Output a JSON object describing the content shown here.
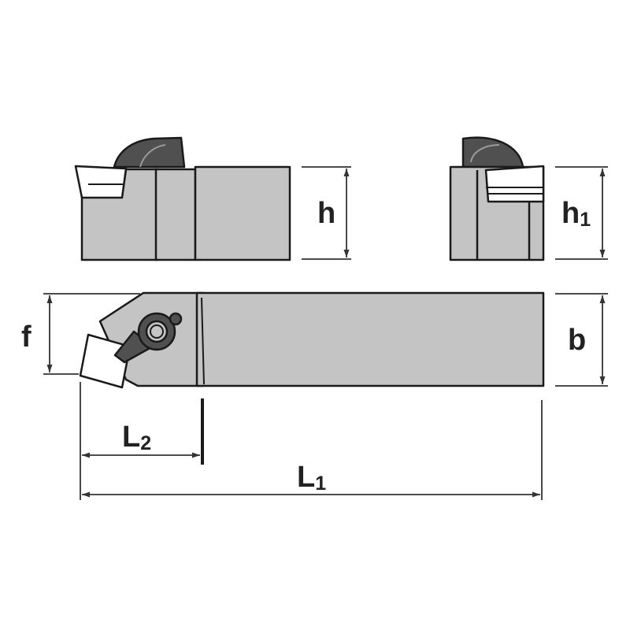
{
  "labels": {
    "h": "h",
    "h1_main": "h",
    "h1_sub": "1",
    "f": "f",
    "b": "b",
    "l2_main": "L",
    "l2_sub": "2",
    "l1_main": "L",
    "l1_sub": "1"
  },
  "colors": {
    "body_fill": "#c4c4c4",
    "dark_fill": "#505050",
    "insert_fill": "#ffffff",
    "outline": "#1a1a1a",
    "dim_line": "#333333"
  }
}
